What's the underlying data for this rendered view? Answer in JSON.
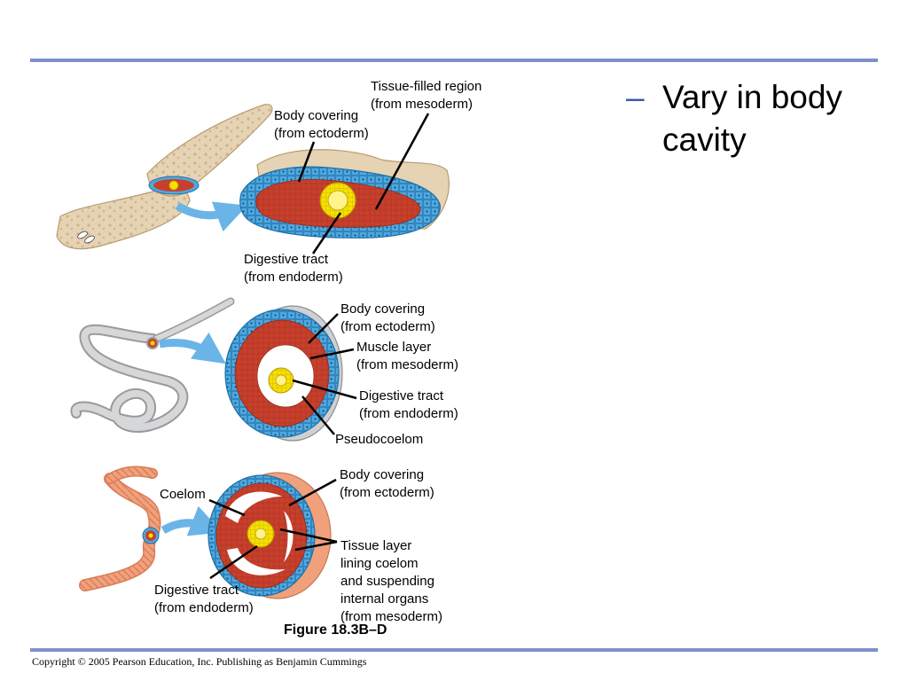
{
  "slide": {
    "bullet_dash": "–",
    "bullet_text": "Vary in body cavity",
    "caption": "Figure 18.3B–D",
    "copyright": "Copyright © 2005 Pearson Education, Inc. Publishing as Benjamin Cummings"
  },
  "colors": {
    "rule": "#7f8fc8",
    "ectoderm": "#4ea8de",
    "mesoderm": "#c8402c",
    "endoderm": "#f5e000",
    "arrow": "#6ab4e8",
    "flatworm": "#e5d3b4",
    "roundworm": "#cfd0d2",
    "earthworm": "#f0a17c"
  },
  "diagram": {
    "acoelomate": {
      "label_tissue_filled": "Tissue-filled region\n(from mesoderm)",
      "label_body_covering": "Body covering\n(from ectoderm)",
      "label_digestive": "Digestive tract\n(from endoderm)"
    },
    "pseudocoelomate": {
      "label_body_covering": "Body covering\n(from ectoderm)",
      "label_muscle": "Muscle layer\n(from mesoderm)",
      "label_digestive": "Digestive tract\n(from endoderm)",
      "label_pseudocoelom": "Pseudocoelom"
    },
    "coelomate": {
      "label_body_covering": "Body covering\n(from ectoderm)",
      "label_coelom": "Coelom",
      "label_tissue_layer": "Tissue layer\nlining coelom\nand suspending\ninternal organs\n(from mesoderm)",
      "label_digestive": "Digestive tract\n(from endoderm)"
    }
  }
}
